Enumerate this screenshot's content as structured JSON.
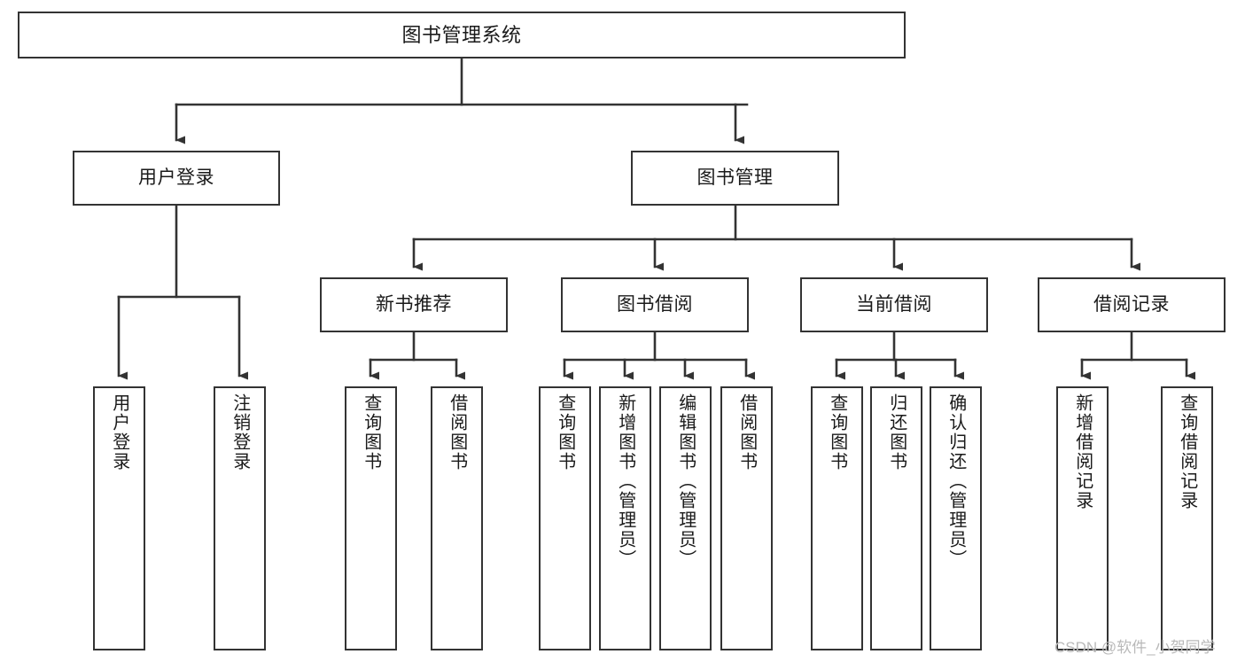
{
  "diagram": {
    "title": "图书管理系统",
    "type": "tree",
    "watermark": "CSDN @软件_小贺同学",
    "colors": {
      "stroke": "#333333",
      "box_fill": "#ffffff",
      "text": "#1a1a1a",
      "background": "#ffffff",
      "watermark": "#b9b9b9"
    },
    "nodes": {
      "root": {
        "label": "图书管理系统"
      },
      "level2": [
        {
          "label": "用户登录"
        },
        {
          "label": "图书管理"
        }
      ],
      "level3": [
        {
          "label": "新书推荐"
        },
        {
          "label": "图书借阅"
        },
        {
          "label": "当前借阅"
        },
        {
          "label": "借阅记录"
        }
      ],
      "leaves": {
        "user_login": [
          {
            "label": "用户登录"
          },
          {
            "label": "注销登录"
          }
        ],
        "new_book_recommend": [
          {
            "label": "查询图书"
          },
          {
            "label": "借阅图书"
          }
        ],
        "book_borrow": [
          {
            "label": "查询图书"
          },
          {
            "label": "新增图书（管理员）"
          },
          {
            "label": "编辑图书（管理员）"
          },
          {
            "label": "借阅图书"
          }
        ],
        "current_borrow": [
          {
            "label": "查询图书"
          },
          {
            "label": "归还图书"
          },
          {
            "label": "确认归还（管理员）"
          }
        ],
        "borrow_record": [
          {
            "label": "新增借阅记录"
          },
          {
            "label": "查询借阅记录"
          }
        ]
      }
    }
  }
}
